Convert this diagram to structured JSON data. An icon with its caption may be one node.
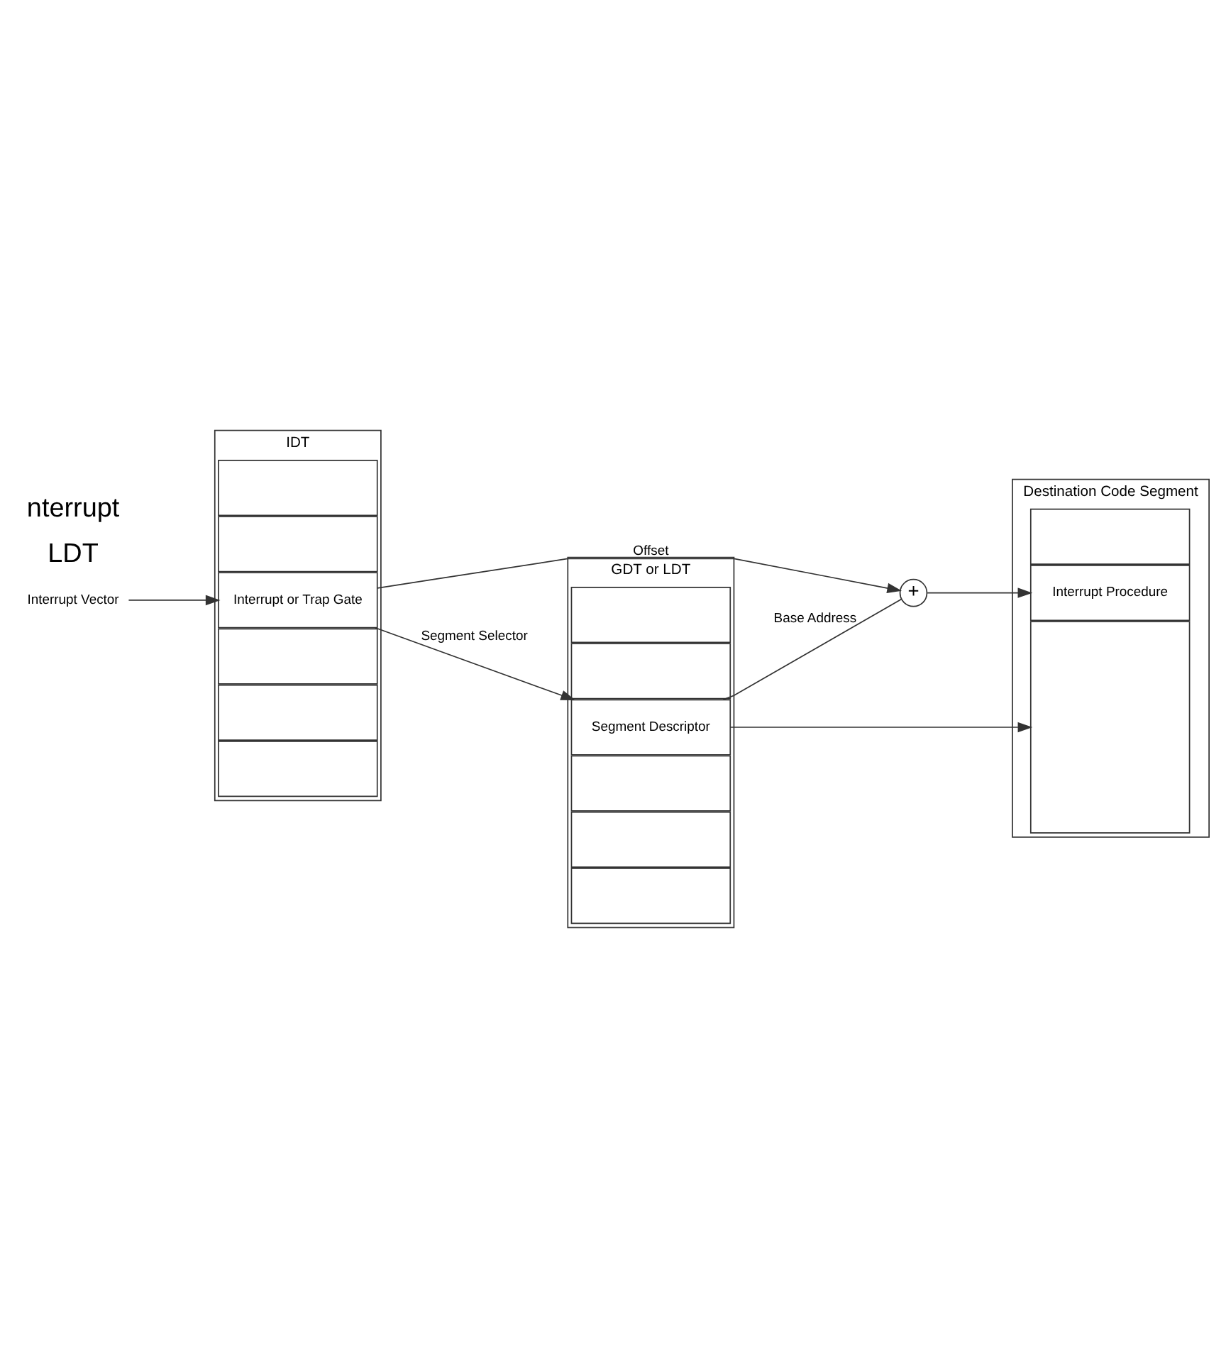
{
  "diagram": {
    "nodes": [
      {
        "text": [
          "IDT"
        ]
      },
      {
        "text": [],
        "shape": "box",
        "in": 0
      },
      {
        "text": [],
        "shape": "box",
        "in": 0
      },
      {
        "text": [
          "Interrupt or Trap Gate"
        ],
        "in": 0
      },
      {
        "text": [],
        "shape": "box",
        "in": 0
      },
      {
        "text": [],
        "shape": "box",
        "in": 0
      },
      {
        "text": [],
        "shape": "box",
        "in": 0
      },
      {
        "text": [
          "Interrupt Vector"
        ]
      },
      {
        "text": [
          "+"
        ]
      },
      {
        "text": [
          "Destination Code Segment"
        ]
      },
      {
        "text": [],
        "shape": "box",
        "in": 9
      },
      {
        "text": [
          "Interrupt Procedure"
        ],
        "in": 9
      },
      {
        "text": [],
        "shape": "box",
        "in": 9
      },
      {
        "text": [
          "GDT or LDT"
        ]
      },
      {
        "text": [],
        "shape": "box",
        "in": 13
      },
      {
        "text": [],
        "shape": "box",
        "in": 13
      },
      {
        "text": [
          "Segment Descriptor"
        ],
        "in": 13
      },
      {
        "text": [],
        "shape": "box",
        "in": 13
      },
      {
        "text": [],
        "shape": "box",
        "in": 13
      },
      {
        "text": [],
        "shape": "box",
        "in": 13
      }
    ],
    "edges": [
      {
        "from": 7,
        "to": 3,
        "arrow": "to"
      },
      {
        "from": 3,
        "to": 8,
        "arrow": "to",
        "label": "Offset"
      },
      {
        "from": 8,
        "to": 11,
        "arrow": "to"
      },
      {
        "from": 3,
        "to": 16,
        "arrow": "to",
        "label": "Segment Selector"
      },
      {
        "from": 16,
        "to": 8,
        "arrow": "none",
        "label": "Base Address"
      },
      {
        "from": 16,
        "to": 12,
        "arrow": "to"
      }
    ],
    "labels": [
      "LDT",
      "nterrupt"
    ]
  }
}
